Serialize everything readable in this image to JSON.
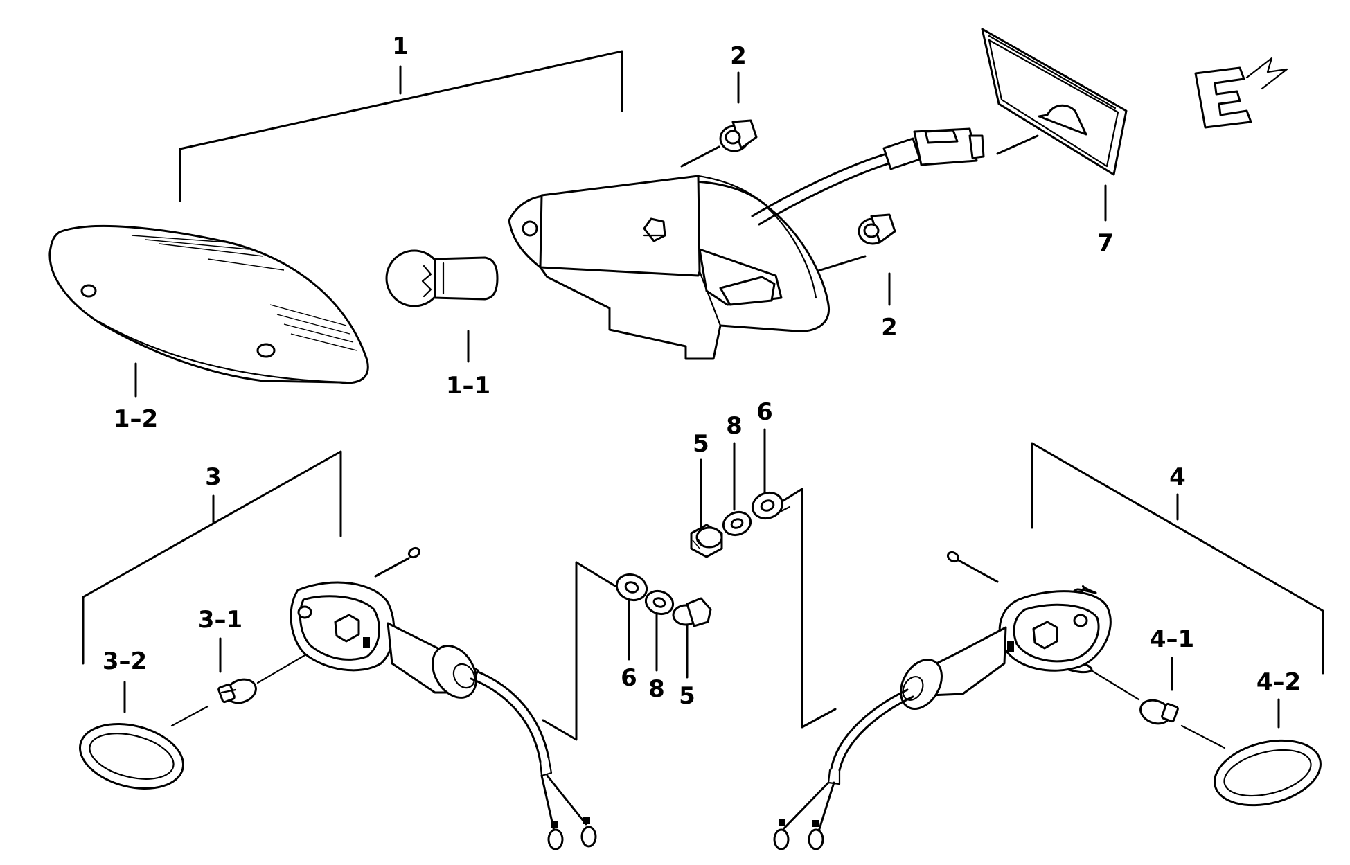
{
  "labels": {
    "tail_light_assembly": "1",
    "bulb": "1–1",
    "lens": "1–2",
    "nut_upper": "2",
    "nut_lower": "2",
    "left_winker": "3",
    "left_winker_bulb": "3–1",
    "left_winker_lens": "3–2",
    "right_winker": "4",
    "right_winker_bulb": "4–1",
    "right_winker_lens": "4–2",
    "nut_a": "5",
    "washer_8_a": "8",
    "washer_6_a": "6",
    "washer_6_b": "6",
    "washer_8_b": "8",
    "nut_b": "5",
    "license_plate_light": "7"
  }
}
